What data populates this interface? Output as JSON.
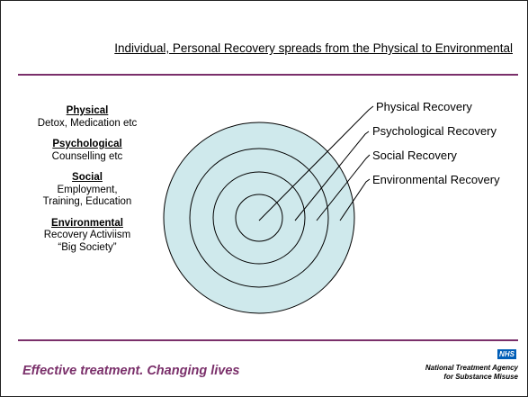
{
  "slide": {
    "title": "Individual, Personal Recovery spreads from the Physical to Environmental"
  },
  "categories": [
    {
      "heading": "Physical",
      "lines": [
        "Detox, Medication etc"
      ]
    },
    {
      "heading": "Psychological",
      "lines": [
        "Counselling etc"
      ]
    },
    {
      "heading": "Social",
      "lines": [
        "Employment,",
        "Training, Education"
      ]
    },
    {
      "heading": "Environmental",
      "lines": [
        "Recovery Activiism",
        "“Big Society”"
      ]
    }
  ],
  "diagram": {
    "ring_labels": [
      "Physical Recovery",
      "Psychological Recovery",
      "Social Recovery",
      "Environmental Recovery"
    ],
    "colors": {
      "fill": "#cfe9ec",
      "stroke": "#000000"
    }
  },
  "footer": {
    "tagline": "Effective treatment. Changing lives",
    "logo": "NHS",
    "agency_line1": "National Treatment Agency",
    "agency_line2": "for Substance Misuse",
    "accent_color": "#7a2f6a"
  }
}
